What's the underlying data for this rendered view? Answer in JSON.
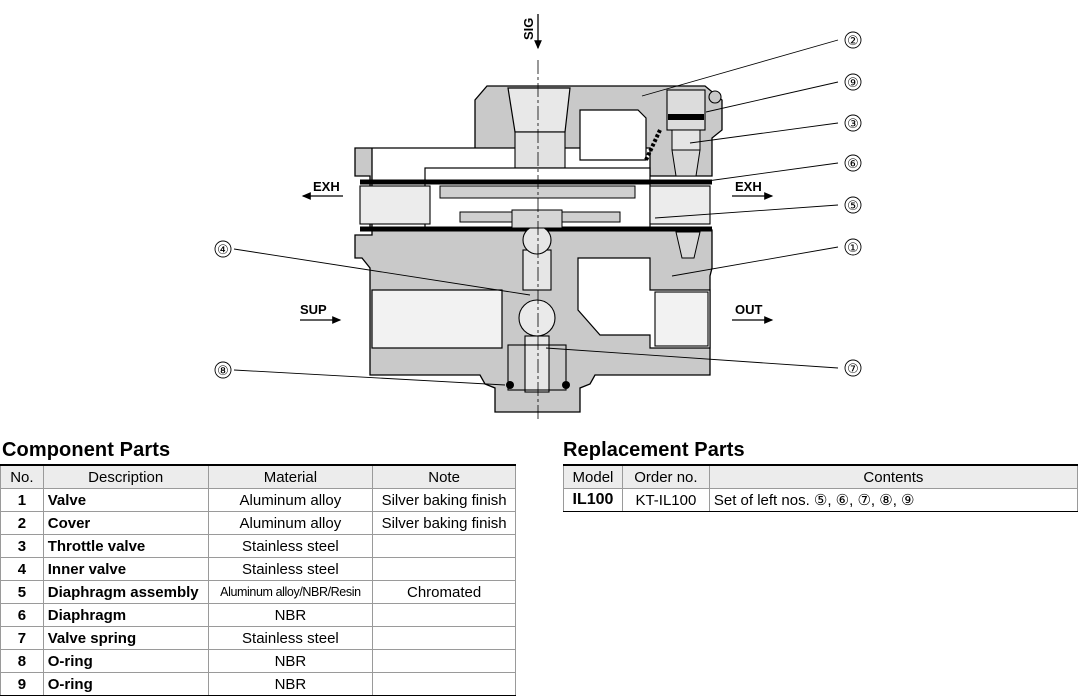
{
  "diagram": {
    "ports": {
      "sig": "SIG",
      "exh_left": "EXH",
      "exh_right": "EXH",
      "sup": "SUP",
      "out": "OUT"
    },
    "callouts": [
      "①",
      "②",
      "③",
      "④",
      "⑤",
      "⑥",
      "⑦",
      "⑧",
      "⑨"
    ]
  },
  "component": {
    "title": "Component Parts",
    "headers": [
      "No.",
      "Description",
      "Material",
      "Note"
    ],
    "rows": [
      {
        "no": "1",
        "desc": "Valve",
        "mat": "Aluminum alloy",
        "note": "Silver baking finish"
      },
      {
        "no": "2",
        "desc": "Cover",
        "mat": "Aluminum alloy",
        "note": "Silver baking finish"
      },
      {
        "no": "3",
        "desc": "Throttle valve",
        "mat": "Stainless steel",
        "note": ""
      },
      {
        "no": "4",
        "desc": "Inner valve",
        "mat": "Stainless steel",
        "note": ""
      },
      {
        "no": "5",
        "desc": "Diaphragm assembly",
        "mat": "Aluminum alloy/NBR/Resin",
        "note": "Chromated"
      },
      {
        "no": "6",
        "desc": "Diaphragm",
        "mat": "NBR",
        "note": ""
      },
      {
        "no": "7",
        "desc": "Valve spring",
        "mat": "Stainless steel",
        "note": ""
      },
      {
        "no": "8",
        "desc": "O-ring",
        "mat": "NBR",
        "note": ""
      },
      {
        "no": "9",
        "desc": "O-ring",
        "mat": "NBR",
        "note": ""
      }
    ]
  },
  "replacement": {
    "title": "Replacement Parts",
    "headers": [
      "Model",
      "Order no.",
      "Contents"
    ],
    "rows": [
      {
        "model": "IL100",
        "order": "KT-IL100",
        "contents": "Set of left nos. ⑤, ⑥, ⑦, ⑧, ⑨"
      }
    ]
  }
}
